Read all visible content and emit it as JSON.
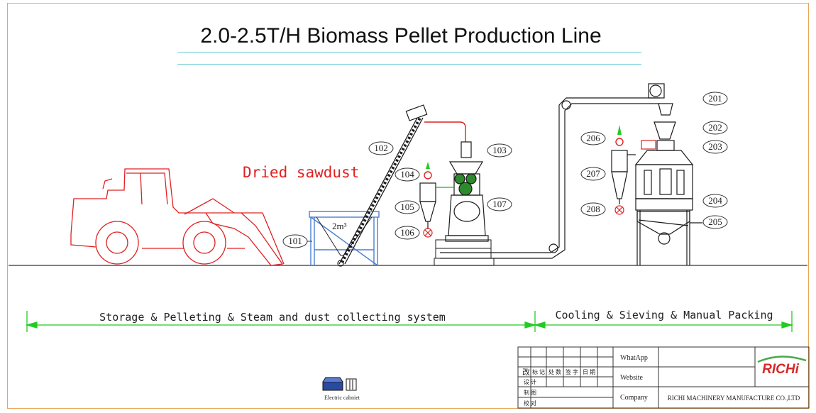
{
  "title": "2.0-2.5T/H Biomass Pellet Production Line",
  "annotation_material": "Dried sawdust",
  "bin_volume": "2m³",
  "equipment_labels": {
    "e101": "101",
    "e102": "102",
    "e103": "103",
    "e104": "104",
    "e105": "105",
    "e106": "106",
    "e107": "107",
    "e201": "201",
    "e202": "202",
    "e203": "203",
    "e204": "204",
    "e205": "205",
    "e206": "206",
    "e207": "207",
    "e208": "208"
  },
  "sections": {
    "left": "Storage & Pelleting & Steam and dust collecting system",
    "right": "Cooling & Sieving  & Manual Packing"
  },
  "electric_cabinet": "Electric cabniet",
  "title_block": {
    "grid_row1": [
      "改",
      "标 记",
      "处 数",
      "签 字",
      "日 期"
    ],
    "side_labels": [
      "设 计",
      "制 图",
      "校 对"
    ],
    "whatsapp_label": "WhatApp",
    "website_label": "Website",
    "company_label": "Company",
    "company_name": "RICHI MACHINERY MANUFACTURE CO.,LTD",
    "logo_text": "RICHi"
  },
  "colors": {
    "machine": "#1a1a1a",
    "loader": "#e02020",
    "bin": "#4a7fd0",
    "title_line": "#6cc9d9",
    "dimension": "#22cc22",
    "frame": "#e8a65a",
    "logo_red": "#d42a2a",
    "logo_green": "#4aa84a"
  }
}
